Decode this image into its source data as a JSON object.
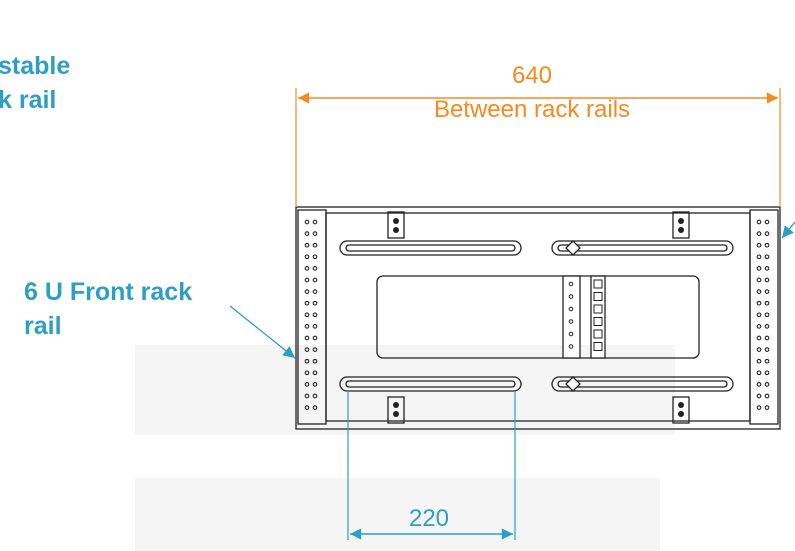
{
  "callouts": {
    "adjustable_partial": "stable\nk rail",
    "front_rack_rail": "6 U Front rack\nrail"
  },
  "dimensions": {
    "width_value": "640",
    "width_caption": "Between rack rails",
    "slot_value": "220"
  },
  "colors": {
    "callout": "#2e9fc4",
    "dimension_width": "#f7891f",
    "dimension_slot": "#2e9fc4",
    "drawing_line": "#222222",
    "shadow": "#f4f4f4"
  }
}
